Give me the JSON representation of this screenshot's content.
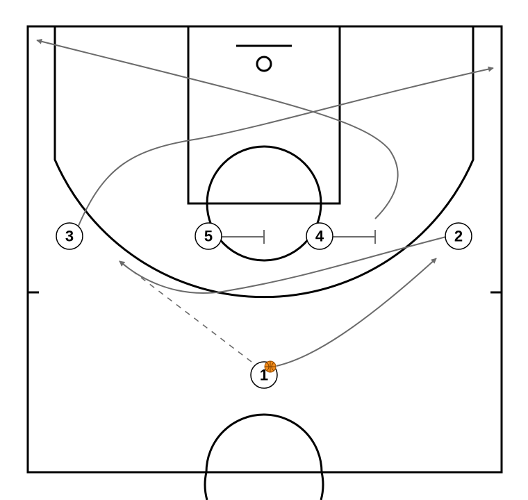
{
  "diagram": {
    "players": [
      {
        "id": "1",
        "label": "1"
      },
      {
        "id": "2",
        "label": "2"
      },
      {
        "id": "3",
        "label": "3"
      },
      {
        "id": "4",
        "label": "4"
      },
      {
        "id": "5",
        "label": "5"
      }
    ],
    "ball_holder": "1",
    "colors": {
      "court_lines": "#000000",
      "movement_arrows": "#6b6b6b",
      "ball": "#f28c1b",
      "player_fill": "#ffffff"
    },
    "icons": {
      "ball": "basketball-icon"
    }
  }
}
